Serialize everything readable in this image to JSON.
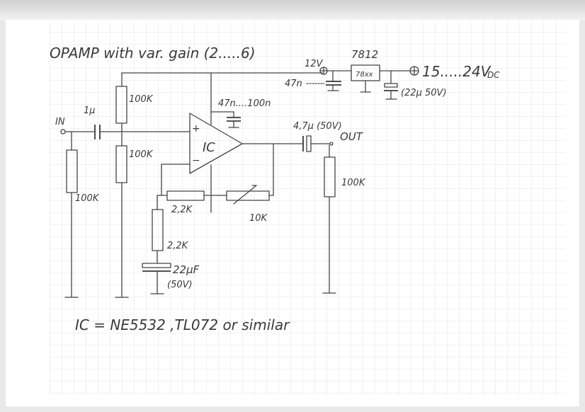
{
  "title": "OPAMP with var. gain (2.....6)",
  "footer_note": "IC = NE5532 ,TL072 or similar",
  "labels": {
    "in": "IN",
    "out": "OUT",
    "ic": "IC",
    "plus": "+",
    "minus": "−",
    "c_in": "1µ",
    "r_bias_top": "100K",
    "r_bias_bot": "100K",
    "r_in": "100K",
    "c_decouple": "47n....100n",
    "c_out": "4,7µ (50V)",
    "r_out": "100K",
    "r_fb1": "2,2K",
    "r_fb2": "2,2K",
    "pot": "10K",
    "c_fb": "22µF",
    "c_fb_v": "(50V)",
    "v12": "12V",
    "c_reg_in": "47n",
    "reg": "7812",
    "reg_body": "78xx",
    "c_reg_out": "(22µ 50V)",
    "supply": "15.....24V",
    "supply_sub": "DC"
  },
  "colors": {
    "ink": "#444444",
    "paper": "#ffffff",
    "grid": "#dcdcdc"
  }
}
